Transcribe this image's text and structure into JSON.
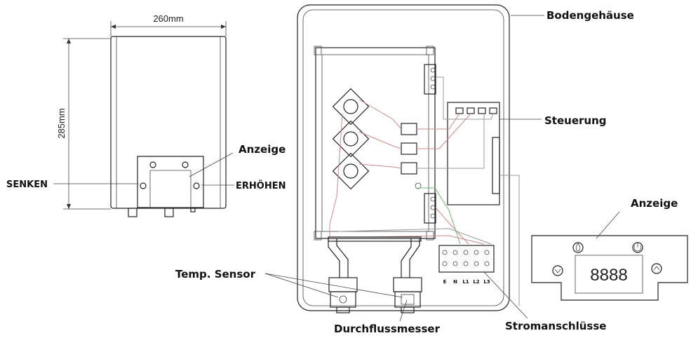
{
  "left_view": {
    "width_dim": "260mm",
    "height_dim": "285mm",
    "anzeige_label": "Anzeige",
    "senken_label": "SENKEN",
    "erhoehen_label": "ERHÖHEN"
  },
  "main_view": {
    "bodengehaeuse_label": "Bodengehäuse",
    "steuerung_label": "Steuerung",
    "temp_sensor_label": "Temp. Sensor",
    "durchflussmesser_label": "Durchflussmesser",
    "stromanschluesse_label": "Stromanschlüsse",
    "terminals": [
      "E",
      "N",
      "L1",
      "L2",
      "L3"
    ]
  },
  "display_panel": {
    "anzeige_label": "Anzeige",
    "digits": "8888"
  }
}
